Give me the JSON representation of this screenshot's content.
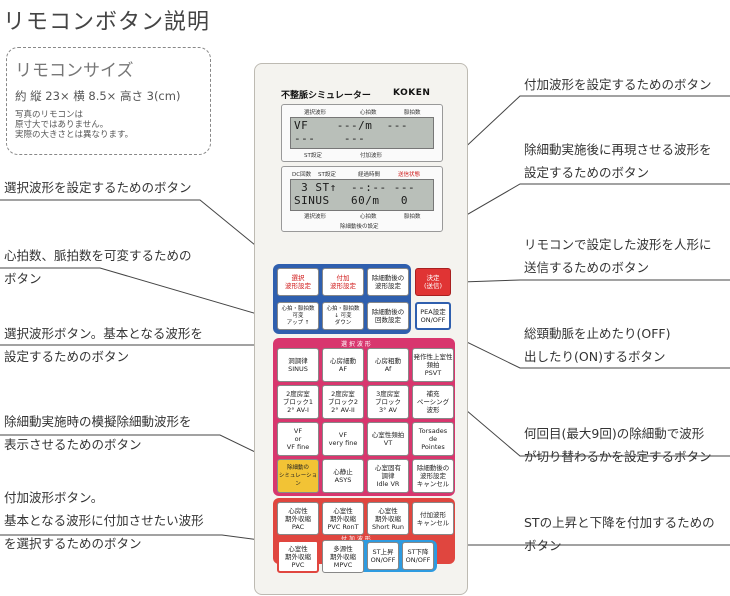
{
  "page_title": "リモコンボタン説明",
  "size_box": {
    "heading": "リモコンサイズ",
    "dimensions": "約 縦 23× 横 8.5× 高さ 3(cm)",
    "notes": [
      "写真のリモコンは",
      "原寸大ではありません。",
      "実際の大きさとは異なります。"
    ]
  },
  "annotations_left": [
    {
      "lines": [
        "選択波形を設定するためのボタン"
      ]
    },
    {
      "lines": [
        "心拍数、脈拍数を可変するための",
        "ボタン"
      ]
    },
    {
      "lines": [
        "選択波形ボタン。基本となる波形を",
        "設定するためのボタン"
      ]
    },
    {
      "lines": [
        "除細動実施時の模擬除細動波形を",
        "表示させるためのボタン"
      ]
    },
    {
      "lines": [
        "付加波形ボタン。",
        "基本となる波形に付加させたい波形",
        "を選択するためのボタン"
      ]
    }
  ],
  "annotations_right": [
    {
      "lines": [
        "付加波形を設定するためのボタン"
      ]
    },
    {
      "lines": [
        "除細動実施後に再現させる波形を",
        "設定するためのボタン"
      ]
    },
    {
      "lines": [
        "リモコンで設定した波形を人形に",
        "送信するためのボタン"
      ]
    },
    {
      "lines": [
        "総頸動脈を止めたり(OFF)",
        "出したり(ON)するボタン"
      ]
    },
    {
      "lines": [
        "何回目(最大9回)の除細動で波形",
        "が切り替わるかを設定するボタン"
      ]
    },
    {
      "lines": [
        "STの上昇と下降を付加するための",
        "ボタン"
      ]
    }
  ],
  "remote": {
    "title": "不整脈シミュレーター",
    "logo": "KOKEN",
    "panel1": {
      "header": [
        "選択波形",
        "心拍数",
        "脈拍数"
      ],
      "lcd_line1": "VF    ---/m  ---",
      "lcd_line2": "---    ---",
      "footer": [
        "ST設定",
        "付加波形"
      ]
    },
    "panel2": {
      "header": [
        "DC回数",
        "ST設定",
        "経過時間",
        "送信状態"
      ],
      "lcd_line1": " 3 ST↑  --:-- ---",
      "lcd_line2": "SINUS   60/m   0",
      "footer": [
        "選択波形",
        "心拍数",
        "脈拍数"
      ],
      "caption": "除細動後の設定"
    },
    "top_buttons": [
      {
        "lines": [
          "選択",
          "波形設定"
        ]
      },
      {
        "lines": [
          "付加",
          "波形設定"
        ]
      },
      {
        "lines": [
          "除細動後の",
          "波形設定"
        ]
      },
      {
        "lines": [
          "決定",
          "(送信)"
        ]
      }
    ],
    "rate_buttons": [
      {
        "lines": [
          "心拍・脈拍数",
          "可変",
          "アップ ↑"
        ]
      },
      {
        "lines": [
          "心拍・脈拍数",
          "↓ 可変",
          "ダウン"
        ]
      },
      {
        "lines": [
          "除細動後の",
          "回数設定"
        ]
      },
      {
        "lines": [
          "PEA設定",
          "ON/OFF"
        ]
      }
    ],
    "select_group_label": "選 択 波 形",
    "select_buttons": [
      {
        "lines": [
          "洞調律",
          "SINUS"
        ]
      },
      {
        "lines": [
          "心房細動",
          "AF"
        ]
      },
      {
        "lines": [
          "心房粗動",
          "Af"
        ]
      },
      {
        "lines": [
          "発作性上室性",
          "頻拍",
          "PSVT"
        ]
      },
      {
        "lines": [
          "2度房室",
          "ブロック1",
          "2° AV-I"
        ]
      },
      {
        "lines": [
          "2度房室",
          "ブロック2",
          "2° AV-II"
        ]
      },
      {
        "lines": [
          "3度房室",
          "ブロック",
          "3° AV"
        ]
      },
      {
        "lines": [
          "補充",
          "ペーシング",
          "波形"
        ]
      },
      {
        "lines": [
          "VF",
          "or",
          "VF fine"
        ]
      },
      {
        "lines": [
          "VF",
          "very fine"
        ]
      },
      {
        "lines": [
          "心室性頻拍",
          "VT"
        ]
      },
      {
        "lines": [
          "Torsades",
          "de",
          "Pointes"
        ]
      },
      {
        "lines": [
          "除細動の",
          "シミュレーション"
        ]
      },
      {
        "lines": [
          "心静止",
          "ASYS"
        ]
      },
      {
        "lines": [
          "心室固有",
          "調律",
          "Idle VR"
        ]
      },
      {
        "lines": [
          "除細動後の",
          "波形設定",
          "キャンセル"
        ]
      }
    ],
    "add_group_label": "付 加 波 形",
    "add_buttons": [
      {
        "lines": [
          "心房性",
          "期外収縮",
          "PAC"
        ]
      },
      {
        "lines": [
          "心室性",
          "期外収縮",
          "PVC RonT"
        ]
      },
      {
        "lines": [
          "心室性",
          "期外収縮",
          "Short Run"
        ]
      },
      {
        "lines": [
          "付加波形",
          "キャンセル"
        ]
      },
      {
        "lines": [
          "心室性",
          "期外収縮",
          "PVC"
        ]
      },
      {
        "lines": [
          "多源性",
          "期外収縮",
          "MPVC"
        ]
      },
      {
        "lines": [
          "ST上昇",
          "ON/OFF"
        ]
      },
      {
        "lines": [
          "ST下降",
          "ON/OFF"
        ]
      }
    ]
  },
  "colors": {
    "blue_group": "#2f5fae",
    "pink_group": "#d8366e",
    "red_group": "#e0463f",
    "red_button": "#e03434",
    "defib_button": "#f2c335",
    "st_group": "#2e9be0",
    "indicator": "#2ea640",
    "leader_line": "#444444"
  }
}
